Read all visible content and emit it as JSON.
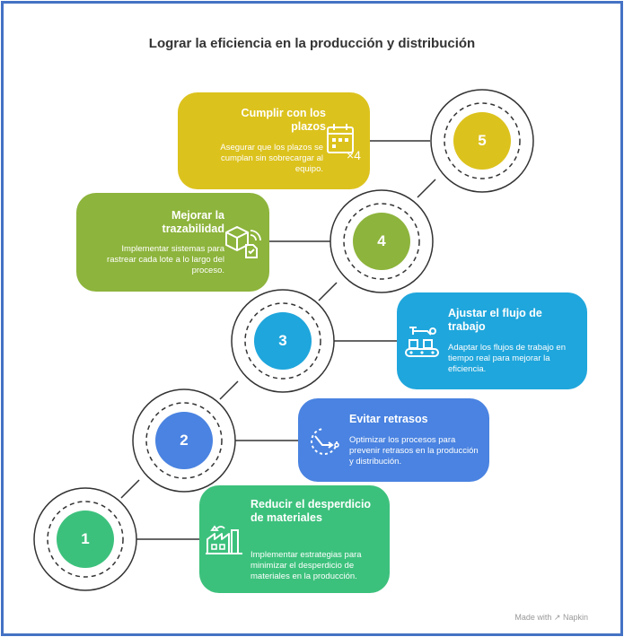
{
  "title": "Lograr la eficiencia en la producción y distribución",
  "steps": [
    {
      "number": "1",
      "title": "Reducir el desperdicio de materiales",
      "description": "Implementar estrategias para minimizar el desperdicio de materiales en la producción.",
      "color": "#3cc17c",
      "icon": "factory-icon"
    },
    {
      "number": "2",
      "title": "Evitar retrasos",
      "description": "Optimizar los procesos para prevenir retrasos en la producción y distribución.",
      "color": "#4a83e1",
      "icon": "timer-arrow-icon"
    },
    {
      "number": "3",
      "title": "Ajustar el flujo de trabajo",
      "description": "Adaptar los flujos de trabajo en tiempo real para mejorar la eficiencia.",
      "color": "#1fa6dc",
      "icon": "robotic-conveyor-icon"
    },
    {
      "number": "4",
      "title": "Mejorar la trazabilidad",
      "description": "Implementar sistemas para rastrear cada lote a lo largo del proceso.",
      "color": "#8db43c",
      "icon": "tracked-box-icon"
    },
    {
      "number": "5",
      "title": "Cumplir con los plazos",
      "description": "Asegurar que los plazos se cumplan sin sobrecargar al equipo.",
      "color": "#dcc21d",
      "icon": "calendar-multiply-icon"
    }
  ],
  "footer": {
    "made_with": "Made with",
    "brand": "Napkin"
  }
}
